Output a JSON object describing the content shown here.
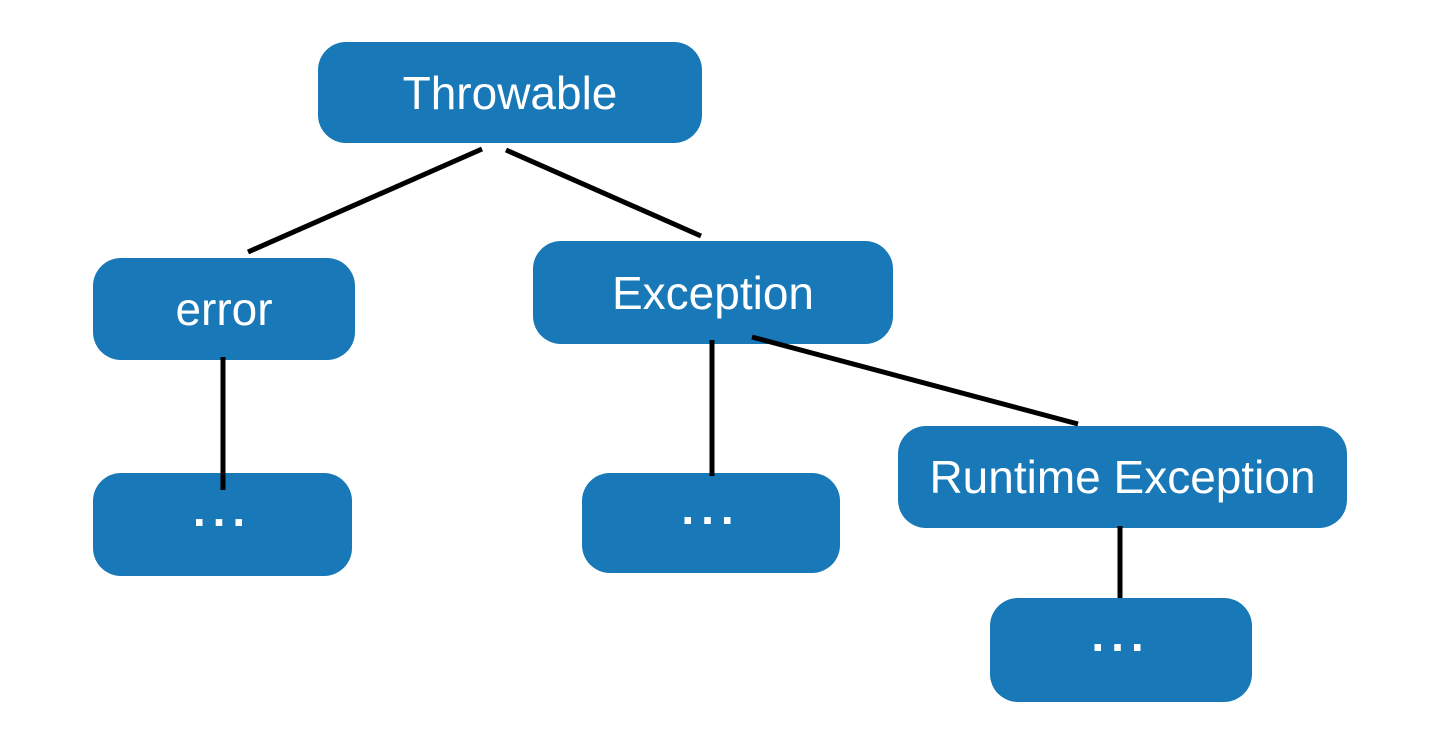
{
  "diagram": {
    "type": "tree",
    "description": "Throwable exception class hierarchy",
    "colors": {
      "node_fill": "#1878B8",
      "node_text": "#FFFFFF",
      "edge": "#000000",
      "background": "#FFFFFF"
    },
    "nodes": {
      "throwable": {
        "label": "Throwable"
      },
      "error": {
        "label": "error"
      },
      "exception": {
        "label": "Exception"
      },
      "runtime_exception": {
        "label": "Runtime Exception"
      },
      "error_children": {
        "label": "..."
      },
      "exception_children": {
        "label": "..."
      },
      "runtime_children": {
        "label": "..."
      }
    },
    "edges": [
      {
        "from": "throwable",
        "to": "error"
      },
      {
        "from": "throwable",
        "to": "exception"
      },
      {
        "from": "error",
        "to": "error_children"
      },
      {
        "from": "exception",
        "to": "exception_children"
      },
      {
        "from": "exception",
        "to": "runtime_exception"
      },
      {
        "from": "runtime_exception",
        "to": "runtime_children"
      }
    ]
  }
}
